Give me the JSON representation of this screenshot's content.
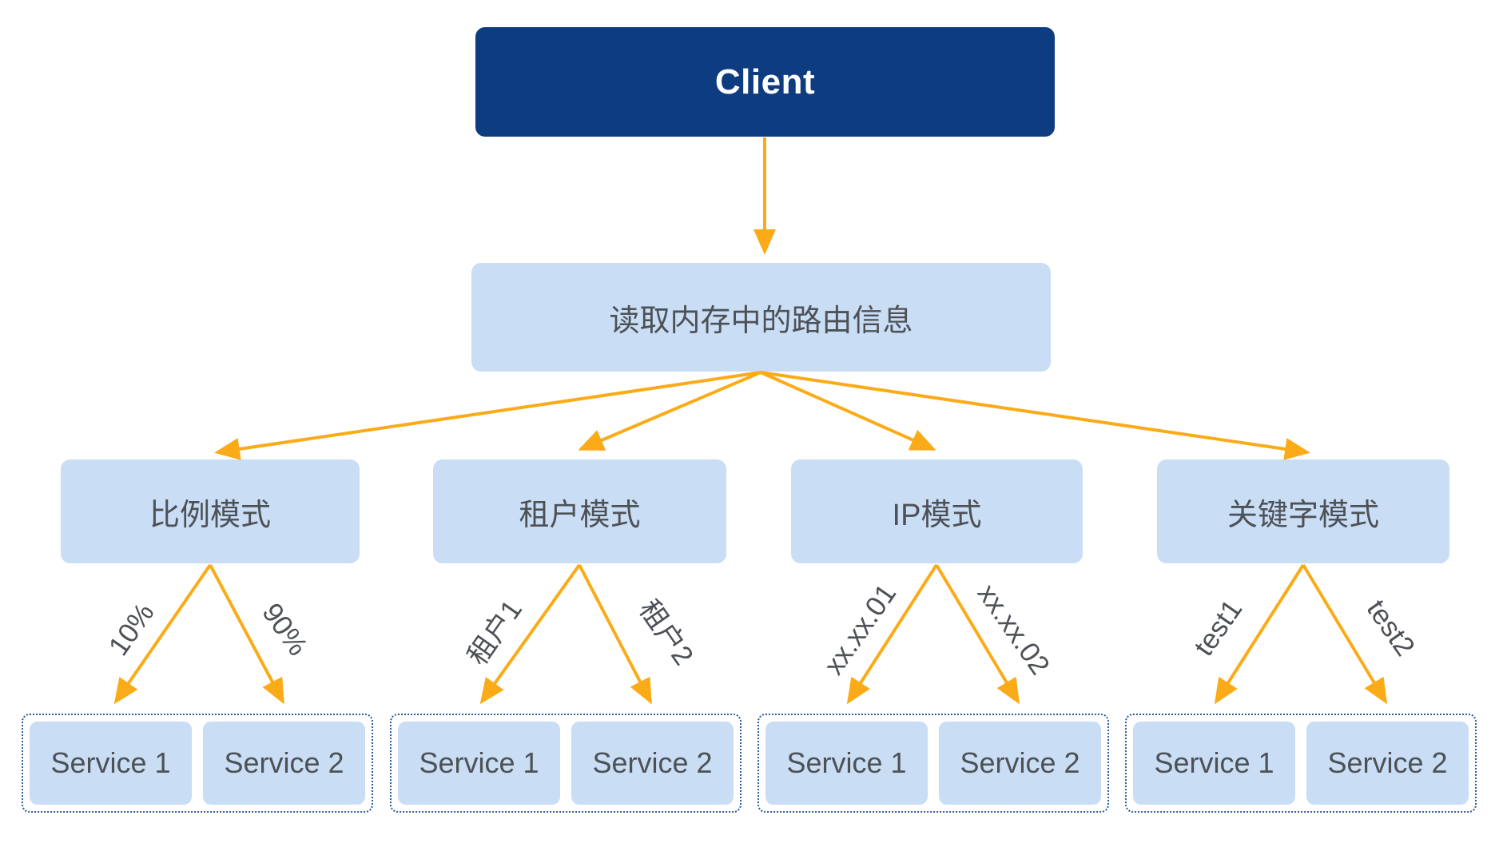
{
  "colors": {
    "navy": "#0d3c80",
    "light_blue": "#c9ddf4",
    "text_dark": "#4d5156",
    "arrow_orange": "#fbab18",
    "dotted_border": "#2b5b9a"
  },
  "diagram": {
    "client": {
      "label": "Client"
    },
    "router": {
      "label": "读取内存中的路由信息"
    },
    "modes": [
      {
        "label": "比例模式",
        "branches": [
          {
            "edge_label": "10%",
            "service_label": "Service 1"
          },
          {
            "edge_label": "90%",
            "service_label": "Service 2"
          }
        ]
      },
      {
        "label": "租户模式",
        "branches": [
          {
            "edge_label": "租户1",
            "service_label": "Service 1"
          },
          {
            "edge_label": "租户2",
            "service_label": "Service 2"
          }
        ]
      },
      {
        "label": "IP模式",
        "branches": [
          {
            "edge_label": "xx.xx.01",
            "service_label": "Service 1"
          },
          {
            "edge_label": "xx.xx.02",
            "service_label": "Service 2"
          }
        ]
      },
      {
        "label": "关键字模式",
        "branches": [
          {
            "edge_label": "test1",
            "service_label": "Service 1"
          },
          {
            "edge_label": "test2",
            "service_label": "Service 2"
          }
        ]
      }
    ]
  }
}
